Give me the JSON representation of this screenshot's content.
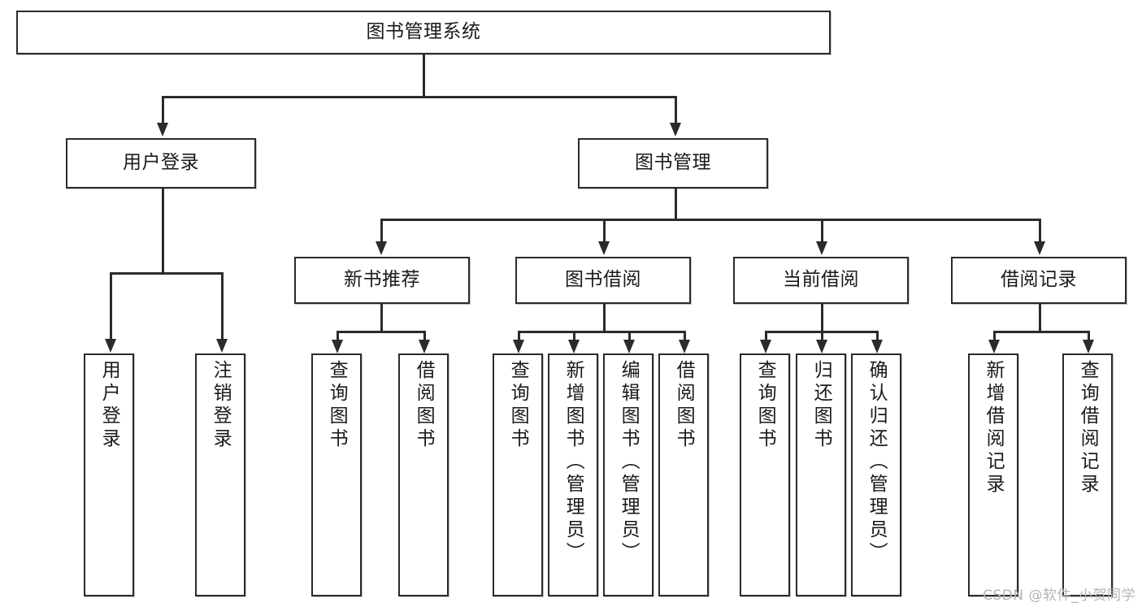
{
  "diagram": {
    "title": "图书管理系统",
    "type": "tree-hierarchy-chart",
    "root": {
      "label": "图书管理系统"
    },
    "level2": [
      {
        "label": "用户登录"
      },
      {
        "label": "图书管理"
      }
    ],
    "level3": [
      {
        "label": "新书推荐"
      },
      {
        "label": "图书借阅"
      },
      {
        "label": "当前借阅"
      },
      {
        "label": "借阅记录"
      }
    ],
    "leaves": {
      "user_login": [
        {
          "label": "用户登录"
        },
        {
          "label": "注销登录"
        }
      ],
      "new_book_recommend": [
        {
          "label": "查询图书"
        },
        {
          "label": "借阅图书"
        }
      ],
      "book_borrow": [
        {
          "label": "查询图书"
        },
        {
          "label": "新增图书（管理员）"
        },
        {
          "label": "编辑图书（管理员）"
        },
        {
          "label": "借阅图书"
        }
      ],
      "current_borrow": [
        {
          "label": "查询图书"
        },
        {
          "label": "归还图书"
        },
        {
          "label": "确认归还（管理员）"
        }
      ],
      "borrow_record": [
        {
          "label": "新增借阅记录"
        },
        {
          "label": "查询借阅记录"
        }
      ]
    }
  },
  "watermark": {
    "text": "CSDN @软件_小贺同学"
  },
  "colors": {
    "stroke": "#2b2b2b",
    "background": "#ffffff",
    "text": "#1a1a1a",
    "watermark": "#b4b4b4"
  }
}
